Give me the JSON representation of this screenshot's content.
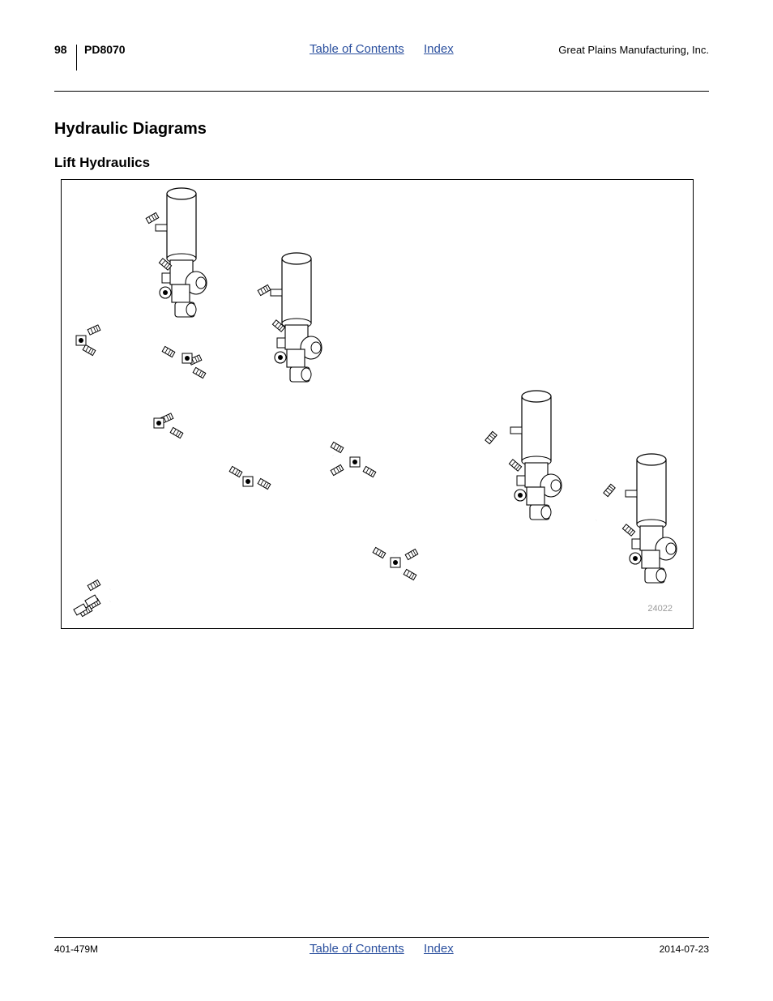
{
  "header": {
    "page_number": "98",
    "model": "PD8070",
    "toc_link": "Table of Contents",
    "index_link": "Index",
    "company": "Great Plains Manufacturing, Inc."
  },
  "section_title": "Hydraulic Diagrams",
  "subsection_title": "Lift Hydraulics",
  "figure": {
    "figure_number": "24022"
  },
  "footer": {
    "doc_number": "401-479M",
    "toc_link": "Table of Contents",
    "index_link": "Index",
    "date": "2014-07-23"
  },
  "colors": {
    "link": "#2a4f9e",
    "figure_number": "#9a9a9a"
  }
}
